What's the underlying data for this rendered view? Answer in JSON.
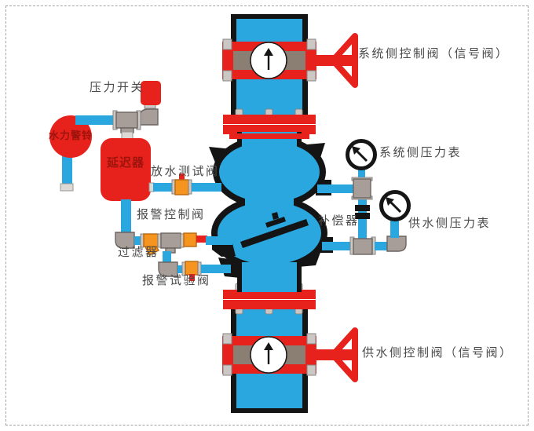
{
  "diagram": {
    "kind": "wet-alarm-valve-assembly-schematic",
    "labels": {
      "pressure_switch": "压力开关",
      "water_motor_alarm": "水力警铃",
      "retard_chamber": "延迟器",
      "drain_test_valve": "放水测试阀",
      "alarm_control_valve": "报警控制阀",
      "filter": "过滤器",
      "alarm_test_valve": "报警试验阀",
      "system_side_control_valve": "系统侧控制阀（信号阀）",
      "system_side_pressure_gauge": "系统侧压力表",
      "compensator": "补偿器",
      "supply_side_pressure_gauge": "供水侧压力表",
      "supply_side_control_valve": "供水侧控制阀（信号阀）"
    },
    "colors": {
      "pipe_blue": "#2AA7DF",
      "valve_red": "#E7211B",
      "fitting_gray": "#A79E9A",
      "fitting_light": "#CCC8C5",
      "strainer_orange": "#F5941E",
      "body_black": "#141414",
      "band_taupe": "#8B7F73",
      "label_text": "#4A4A4A",
      "embossed_text": "#9C140D"
    }
  }
}
